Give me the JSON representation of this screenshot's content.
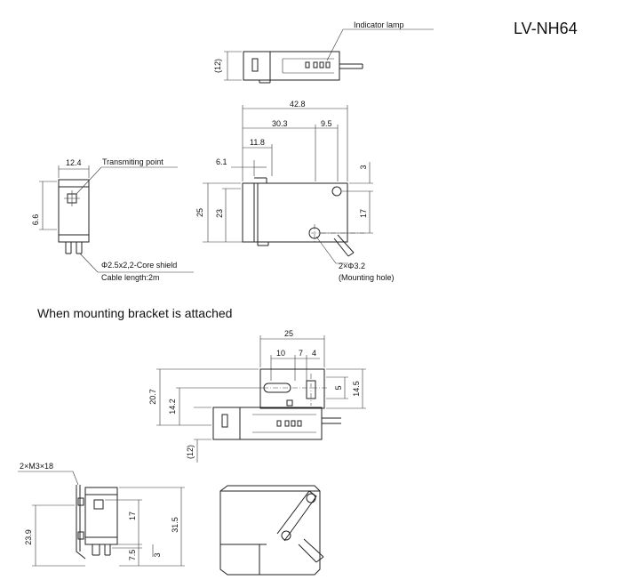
{
  "model": "LV-NH64",
  "labels": {
    "indicator_lamp": "Indicator lamp",
    "transmitting_point": "Transmiting point",
    "cable_spec": "Φ2.5x2,2-Core shield",
    "cable_length": "Cable length:2m",
    "mounting_holes": "2×Φ3.2",
    "mounting_hole_note": "(Mounting hole)",
    "bracket_heading": "When mounting bracket is attached",
    "screws": "2×M3×18"
  },
  "dimensions": {
    "top_height": "(12)",
    "width_42_8": "42.8",
    "d_30_3": "30.3",
    "d_9_5": "9.5",
    "d_11_8": "11.8",
    "d_6_1": "6.1",
    "d_3": "3",
    "d_25": "25",
    "d_23": "23",
    "d_17": "17",
    "side_12_4": "12.4",
    "side_6_6": "6.6",
    "b_25": "25",
    "b_10": "10",
    "b_7": "7",
    "b_4": "4",
    "b_5": "5",
    "b_14_5": "14.5",
    "b_20_7": "20.7",
    "b_14_2": "14.2",
    "b_12": "(12)",
    "f_23_9": "23.9",
    "f_17": "17",
    "f_31_5": "31.5",
    "f_7_5": "7.5",
    "f_3": "3"
  }
}
